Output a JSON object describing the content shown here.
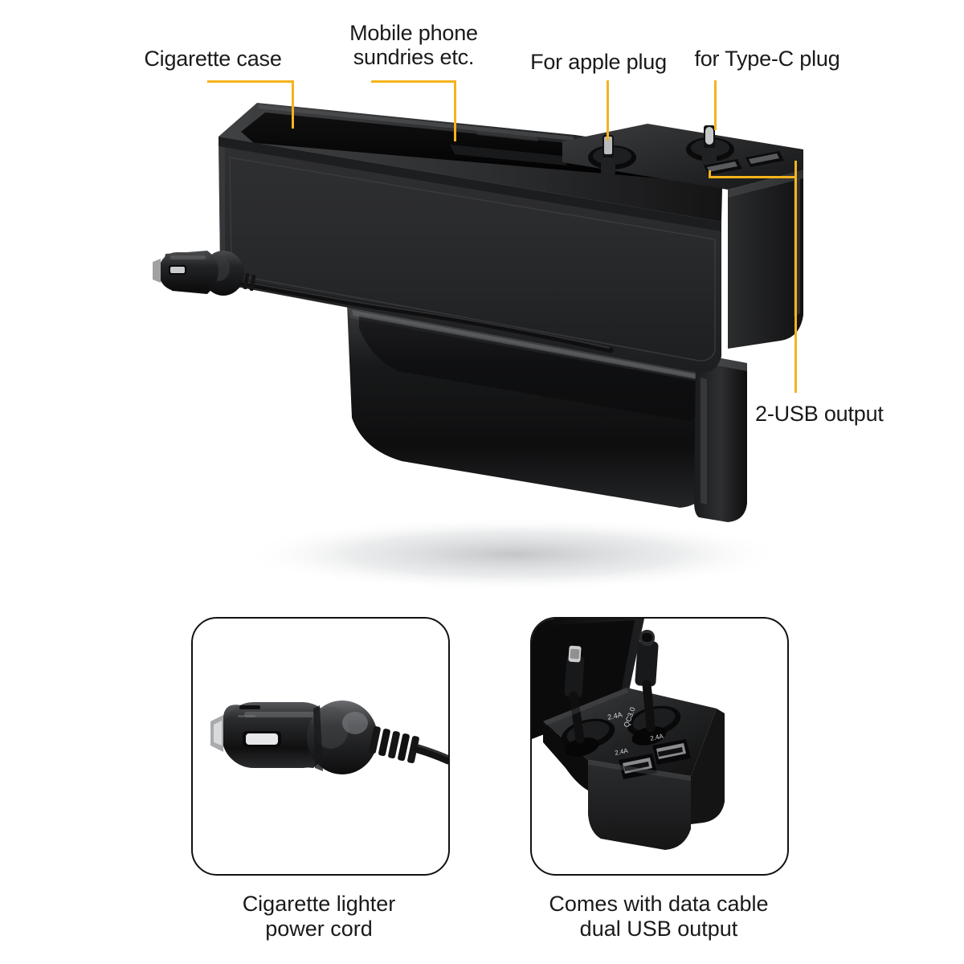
{
  "image": {
    "kind": "product-infographic",
    "subject": "Car seat gap organizer with charger",
    "background_color": "#ffffff",
    "leader_line_color": "#f5b31e",
    "text_color": "#1a1a1a"
  },
  "callouts": [
    {
      "id": "cigarette-case",
      "label": "Cigarette case"
    },
    {
      "id": "mobile-sundries",
      "label": "Mobile phone\nsundries etc."
    },
    {
      "id": "apple-plug",
      "label": "For apple plug"
    },
    {
      "id": "type-c-plug",
      "label": "for Type-C plug"
    },
    {
      "id": "usb-output",
      "label": "2-USB output"
    }
  ],
  "panels": [
    {
      "id": "cigarette-lighter-power-cord",
      "caption": "Cigarette lighter\npower cord"
    },
    {
      "id": "data-cable-dual-usb",
      "caption": "Comes with data cable\ndual USB output",
      "port_labels": [
        {
          "id": "socket-left",
          "text": "2.4A"
        },
        {
          "id": "socket-right",
          "text": "QC3.0"
        },
        {
          "id": "usb-left",
          "text": "2.4A"
        },
        {
          "id": "usb-right",
          "text": "2.4A"
        }
      ]
    }
  ]
}
